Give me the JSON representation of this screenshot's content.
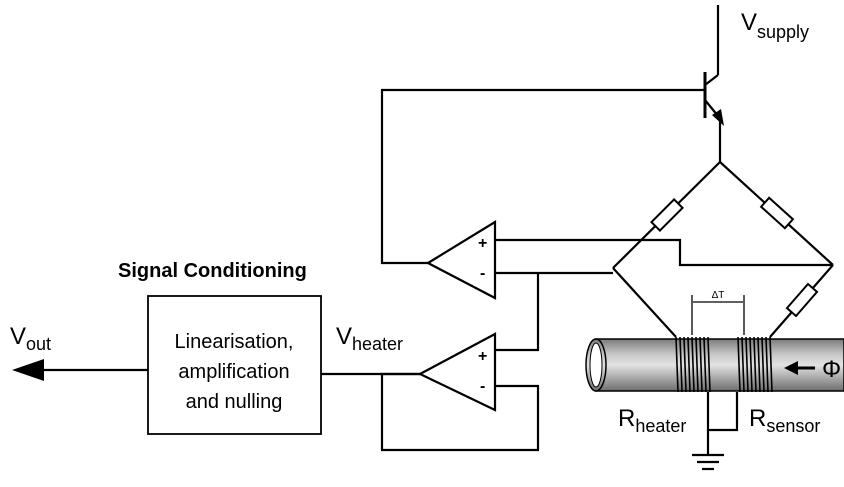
{
  "labels": {
    "v_supply": {
      "main": "V",
      "sub": "supply"
    },
    "v_out": {
      "main": "V",
      "sub": "out"
    },
    "v_heater": {
      "main": "V",
      "sub": "heater"
    },
    "r_heater": {
      "main": "R",
      "sub": "heater"
    },
    "r_sensor": {
      "main": "R",
      "sub": "sensor"
    },
    "delta_t": "ΔT",
    "flow": "Φ",
    "signal_conditioning": "Signal Conditioning",
    "block_lines": [
      "Linearisation,",
      "amplification",
      "and nulling"
    ],
    "opamp_plus": "+",
    "opamp_minus": "-"
  }
}
